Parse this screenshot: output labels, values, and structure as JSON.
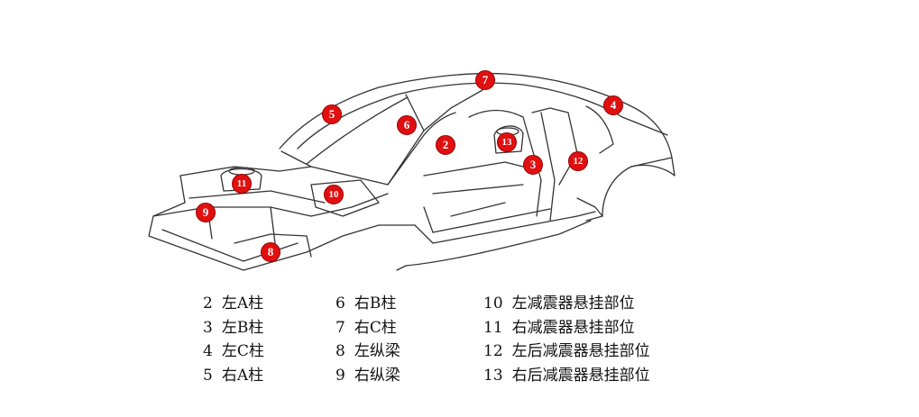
{
  "markers": {
    "m2": "2",
    "m3": "3",
    "m4": "4",
    "m5": "5",
    "m6": "6",
    "m7": "7",
    "m8": "8",
    "m9": "9",
    "m10": "10",
    "m11": "11",
    "m12": "12",
    "m13": "13"
  },
  "legend": {
    "col1": [
      {
        "num": "2",
        "label": "左A柱"
      },
      {
        "num": "3",
        "label": "左B柱"
      },
      {
        "num": "4",
        "label": "左C柱"
      },
      {
        "num": "5",
        "label": "右A柱"
      }
    ],
    "col2": [
      {
        "num": "6",
        "label": "右B柱"
      },
      {
        "num": "7",
        "label": "右C柱"
      },
      {
        "num": "8",
        "label": "左纵梁"
      },
      {
        "num": "9",
        "label": "右纵梁"
      }
    ],
    "col3": [
      {
        "num": "10",
        "label": "左减震器悬挂部位"
      },
      {
        "num": "11",
        "label": "右减震器悬挂部位"
      },
      {
        "num": "12",
        "label": "左后减震器悬挂部位"
      },
      {
        "num": "13",
        "label": "右后减震器悬挂部位"
      }
    ]
  },
  "colors": {
    "marker": "#e01010",
    "line": "#333333"
  }
}
